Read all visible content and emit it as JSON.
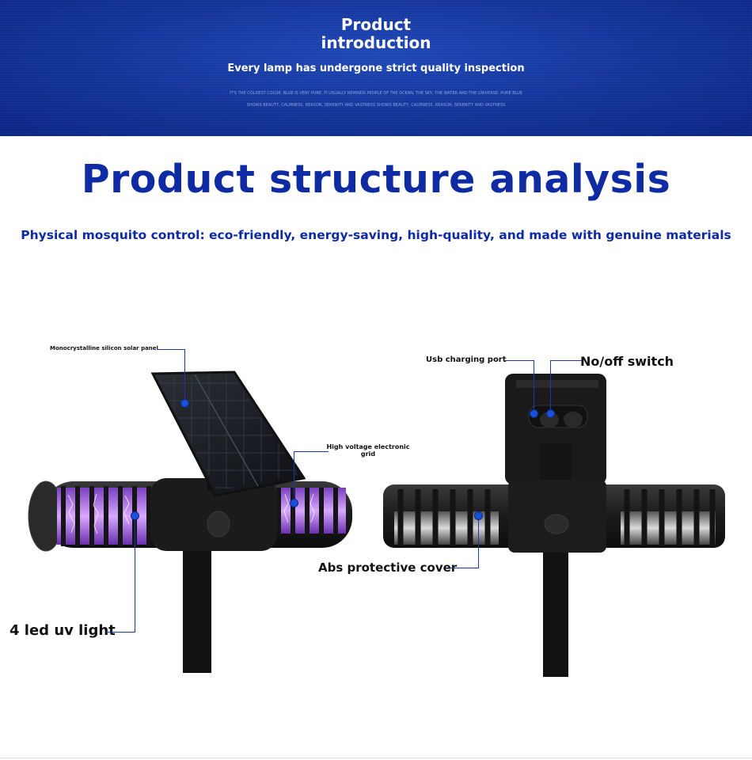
{
  "banner": {
    "title": "Product\nintroduction",
    "subtitle": "Every lamp has undergone strict quality inspection",
    "fine_print": "IT'S THE COLDEST COLOR. BLUE IS VERY PURE. IT USUALLY REMINDS PEOPLE OF THE OCEAN, THE SKY, THE WATER AND THE UNIVERSE. PURE BLUE SHOWS BEAUTY, CALMNESS, REASON, SERENITY AND VASTNESS SHOWS BEAUTY, CALMNESS, REASON, SERENITY AND VASTNESS"
  },
  "main": {
    "headline": "Product structure analysis",
    "subheadline": "Physical mosquito control: eco-friendly, energy-saving, high-quality, and made with genuine materials"
  },
  "left_product": {
    "callouts": {
      "solar_panel": "Monocrystalline silicon solar panel",
      "grid": "High voltage electronic grid",
      "uv_light": "4 led uv light"
    }
  },
  "right_product": {
    "callouts": {
      "usb_port": "Usb charging port",
      "switch": "No/off switch",
      "cover": "Abs protective cover"
    }
  },
  "colors": {
    "banner_blue": "#15379f",
    "headline_blue": "#0e2ba3",
    "uv_purple": "#b86cff",
    "product_black": "#1c1c1c"
  }
}
